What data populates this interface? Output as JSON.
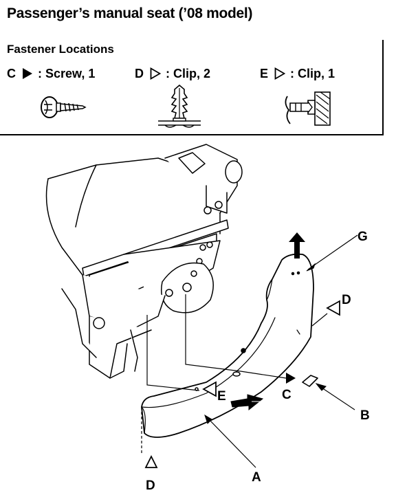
{
  "title": "Passenger’s manual seat (’08 model)",
  "fastener_heading": "Fastener Locations",
  "fasteners": [
    {
      "letter": "C",
      "symbol": "filled-triangle",
      "text": ": Screw, 1",
      "icon": "screw-icon"
    },
    {
      "letter": "D",
      "symbol": "open-triangle",
      "text": ": Clip, 2",
      "icon": "push-clip-icon"
    },
    {
      "letter": "E",
      "symbol": "open-triangle",
      "text": ": Clip, 1",
      "icon": "panel-clip-icon"
    }
  ],
  "callouts": {
    "A": "A",
    "B": "B",
    "C": "C",
    "D_top": "D",
    "D_bottom": "D",
    "E": "E",
    "G": "G"
  },
  "colors": {
    "ink": "#000000",
    "paper": "#ffffff"
  }
}
